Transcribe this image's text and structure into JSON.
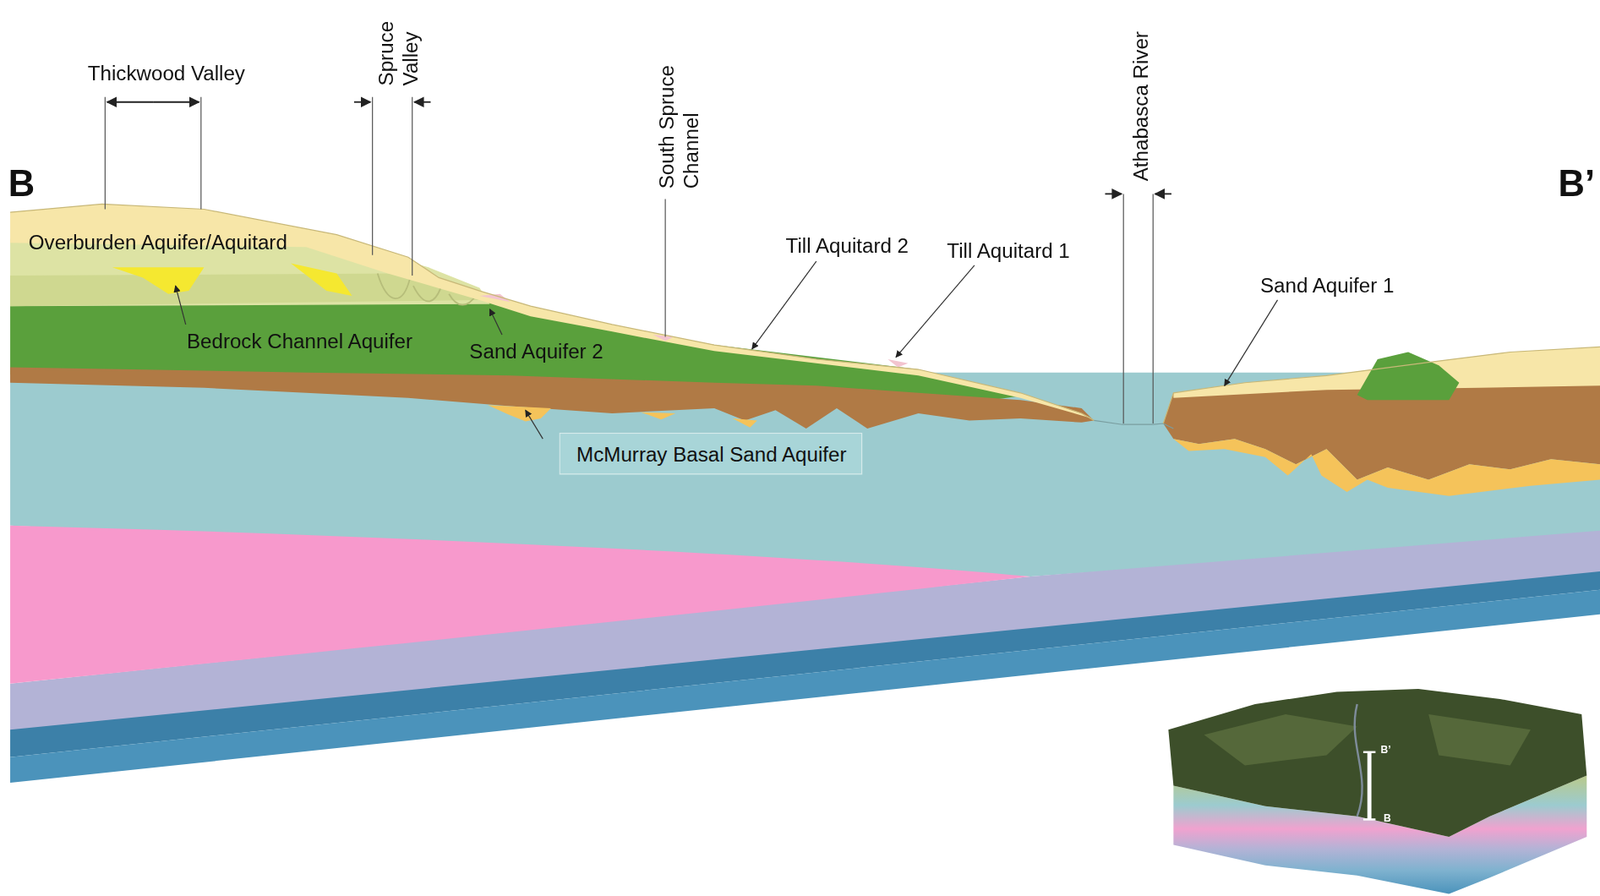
{
  "diagram": {
    "nodes": [
      {
        "text": [
          "McMurray Basal Sand Aquifer"
        ]
      }
    ],
    "labels": [
      "B",
      "B’",
      "Thickwood Valley",
      "Spruce Valley",
      "South Spruce Channel",
      "Athabasca River",
      "Overburden Aquifer/Aquitard",
      "Bedrock Channel Aquifer",
      "Sand Aquifer 2",
      "Till Aquitard 2",
      "Till Aquitard 1",
      "Sand Aquifer 1",
      "B’",
      "B"
    ]
  }
}
